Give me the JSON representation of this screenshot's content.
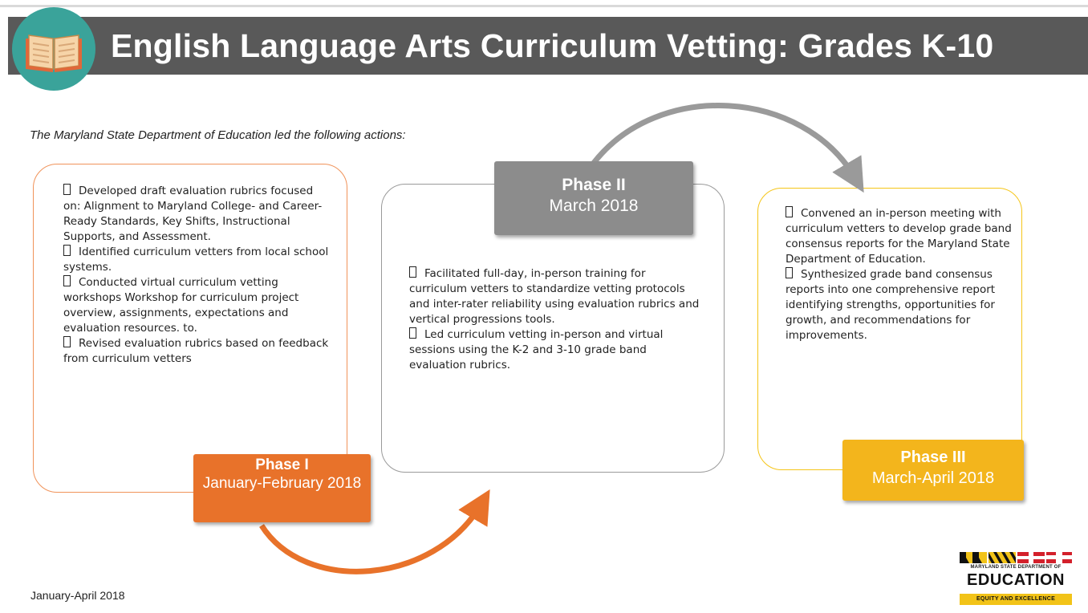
{
  "header": {
    "title": "English Language Arts Curriculum Vetting: Grades K-10",
    "icon": "open-book-icon"
  },
  "intro": "The Maryland State Department of Education led the following actions:",
  "phases": [
    {
      "title": "Phase I",
      "date": "January-February 2018",
      "color": "#e8722a",
      "border_color": "#f0935a",
      "bullets": [
        "Developed draft evaluation rubrics focused on: Alignment to Maryland College- and Career-Ready Standards, Key Shifts, Instructional Supports, and Assessment.",
        "Identified curriculum vetters from local school systems.",
        "Conducted virtual curriculum vetting workshops Workshop for curriculum project overview, assignments, expectations and evaluation resources. to.",
        "Revised evaluation rubrics based on feedback from curriculum vetters"
      ]
    },
    {
      "title": "Phase II",
      "date": "March 2018",
      "color": "#8c8c8c",
      "border_color": "#9a9a9a",
      "bullets": [
        "Facilitated full-day, in-person training for curriculum vetters to standardize vetting protocols and inter-rater reliability using evaluation rubrics and vertical progressions tools.",
        "Led curriculum vetting in-person and virtual sessions using the K-2 and 3-10 grade band evaluation rubrics."
      ]
    },
    {
      "title": "Phase III",
      "date": "March-April 2018",
      "color": "#f3b51c",
      "border_color": "#f5c518",
      "bullets": [
        "Convened an in-person meeting with curriculum vetters to develop grade band consensus reports for the Maryland State Department of Education.",
        "Synthesized grade band consensus reports into one comprehensive report identifying strengths, opportunities for growth, and recommendations for improvements."
      ]
    }
  ],
  "footer": {
    "date": "January-April 2018"
  },
  "logo": {
    "small_text": "MARYLAND STATE DEPARTMENT OF",
    "main_text": "EDUCATION",
    "tagline": "EQUITY AND EXCELLENCE"
  },
  "colors": {
    "header_bg": "#595959",
    "badge": "#3aa39a",
    "arrow_orange": "#e8722a",
    "arrow_gray": "#9a9a9a"
  }
}
